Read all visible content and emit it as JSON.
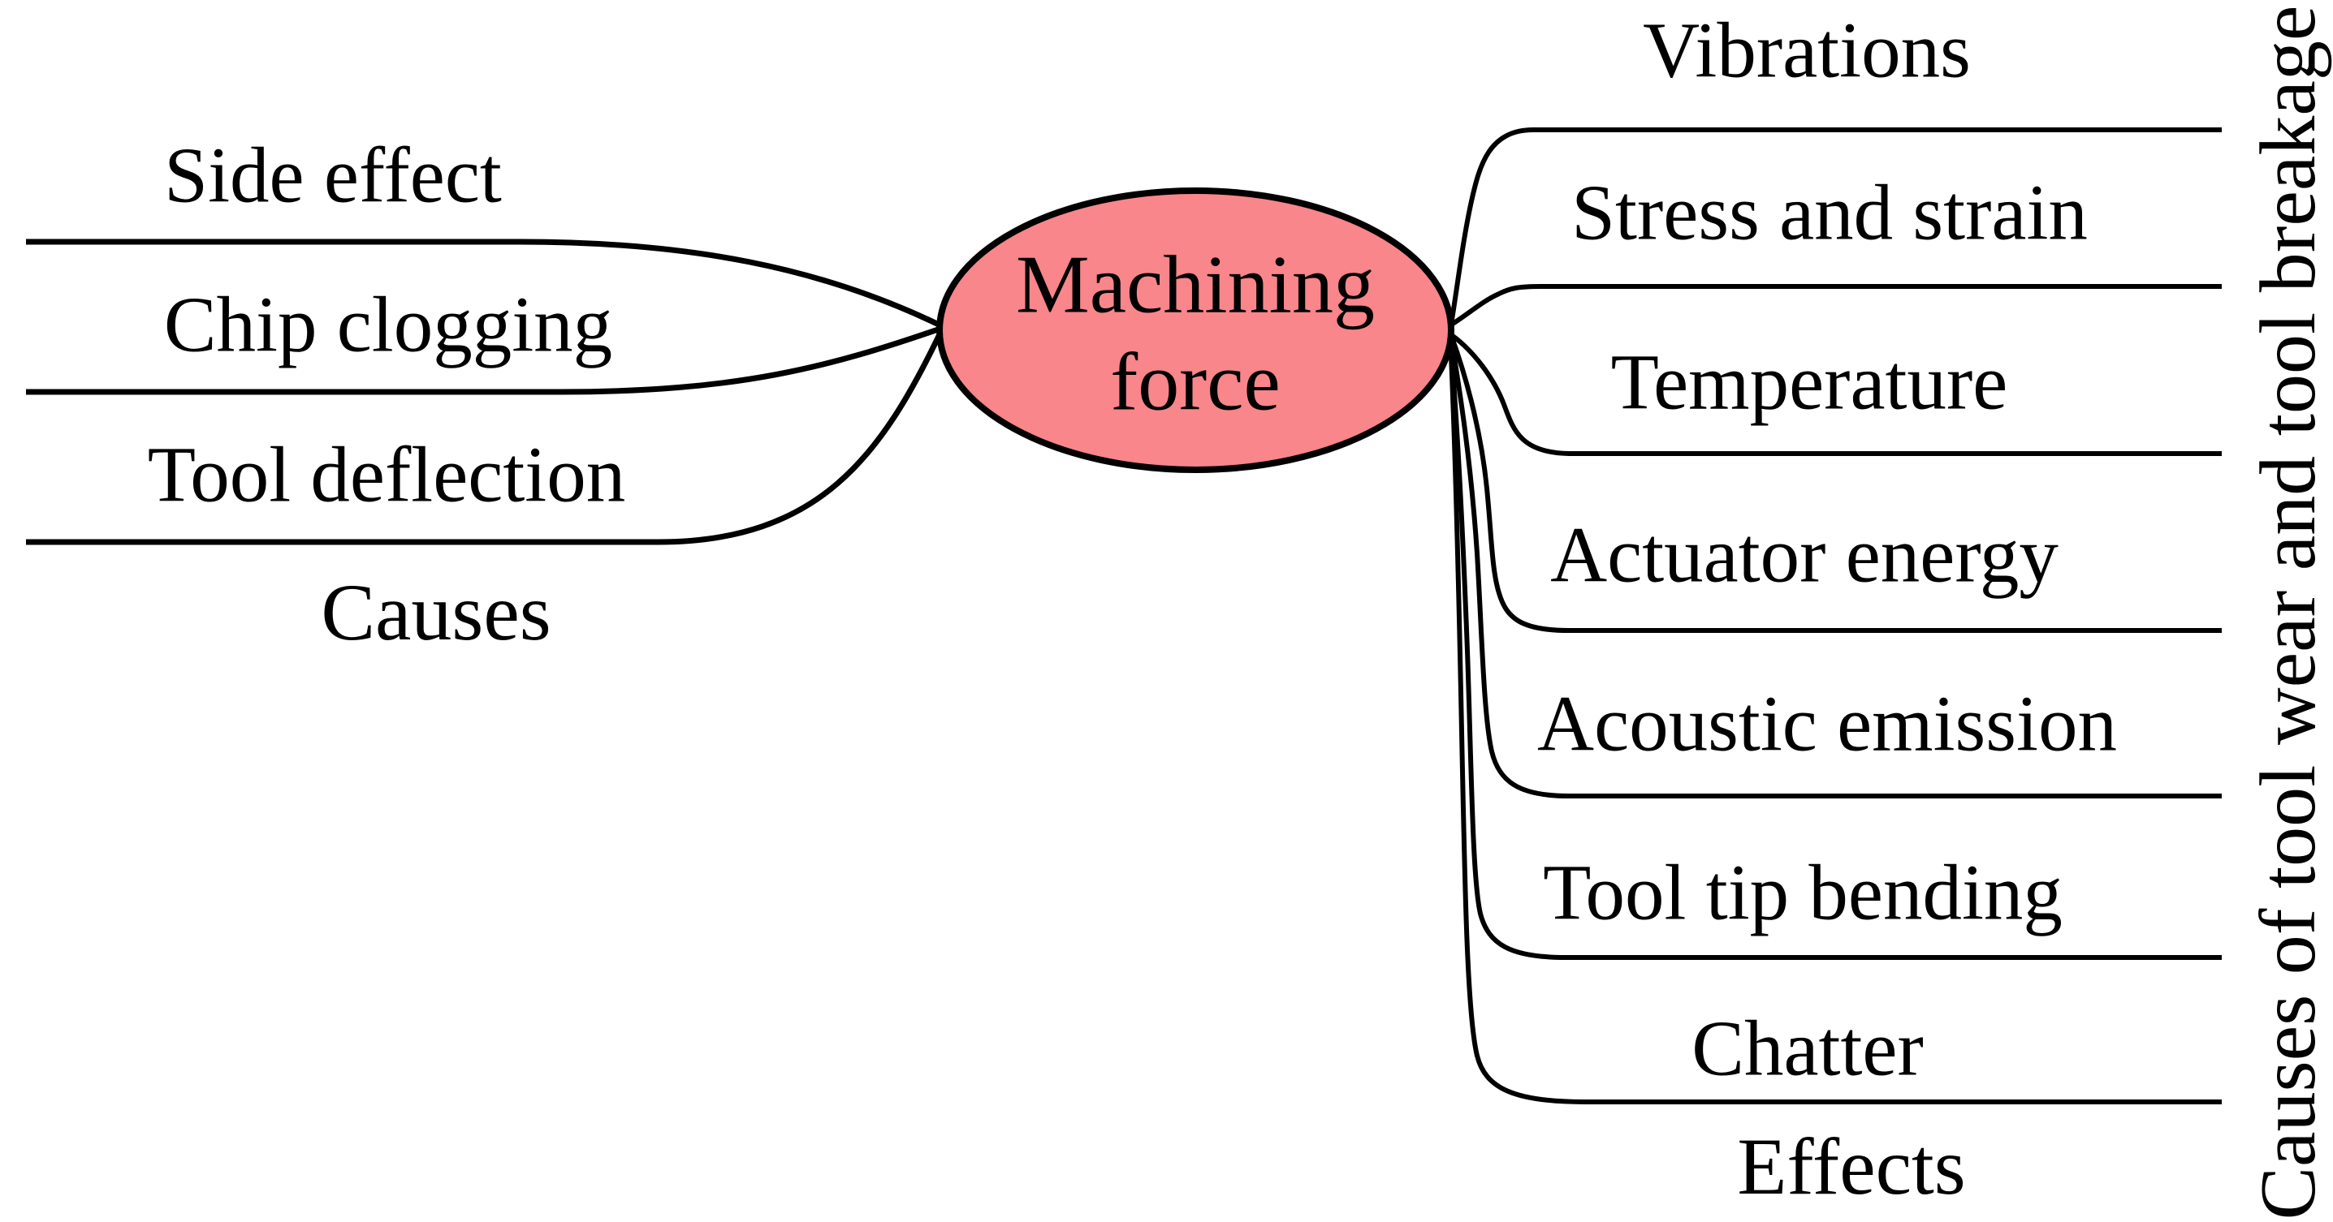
{
  "figure": {
    "type": "mind-map",
    "center_node": {
      "line1": "Machining",
      "line2": "force",
      "fill_color": "#f9868a",
      "border_color": "#000000"
    },
    "left_branches": {
      "group_label": "Causes",
      "items": [
        "Side effect",
        "Chip clogging",
        "Tool deflection"
      ]
    },
    "right_branches": {
      "group_label": "Effects",
      "items": [
        "Vibrations",
        "Stress and strain",
        "Temperature",
        "Actuator energy",
        "Acoustic emission",
        "Tool tip bending",
        "Chatter"
      ]
    },
    "side_caption": "Causes of tool wear and tool breakage",
    "line_color": "#000000"
  }
}
